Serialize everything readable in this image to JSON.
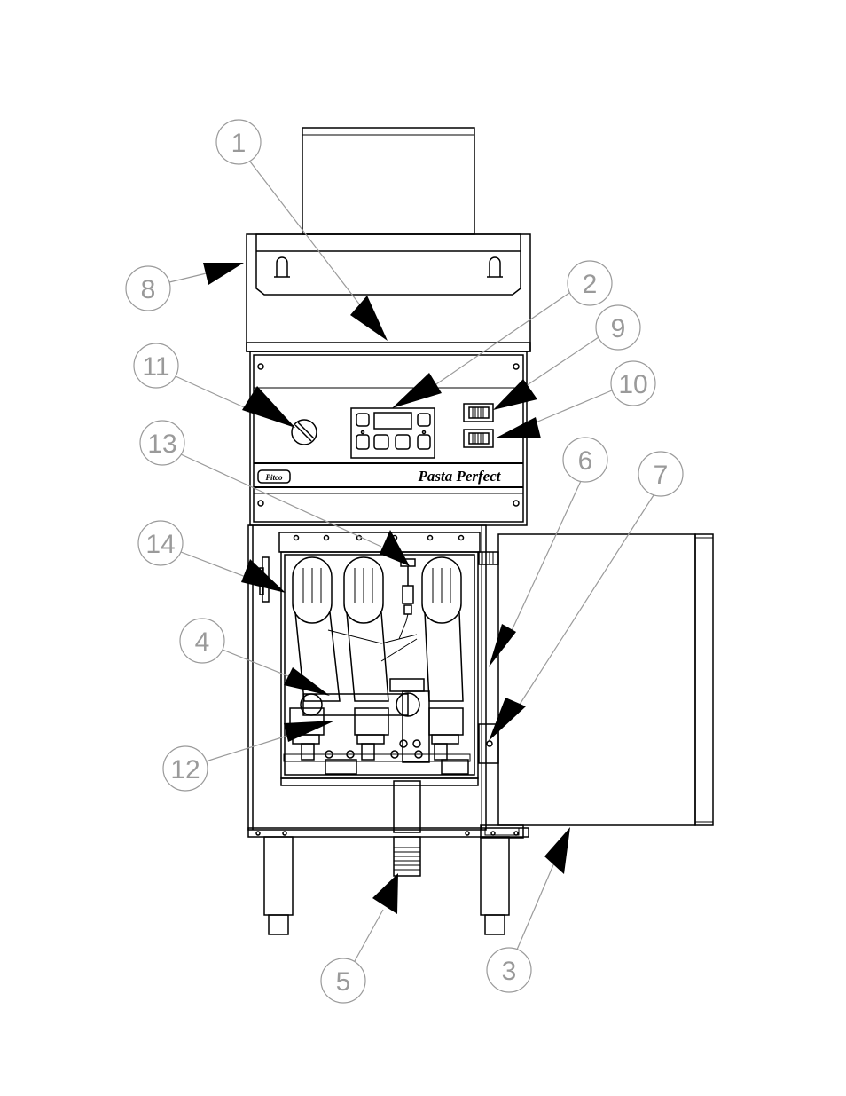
{
  "diagram": {
    "brand_badge": "Pitco",
    "model_name": "Pasta Perfect",
    "callouts": [
      "1",
      "2",
      "3",
      "4",
      "5",
      "6",
      "7",
      "8",
      "9",
      "10",
      "11",
      "12",
      "13",
      "14"
    ]
  },
  "colors": {
    "line": "#000000",
    "callout": "#9a9a9a"
  }
}
